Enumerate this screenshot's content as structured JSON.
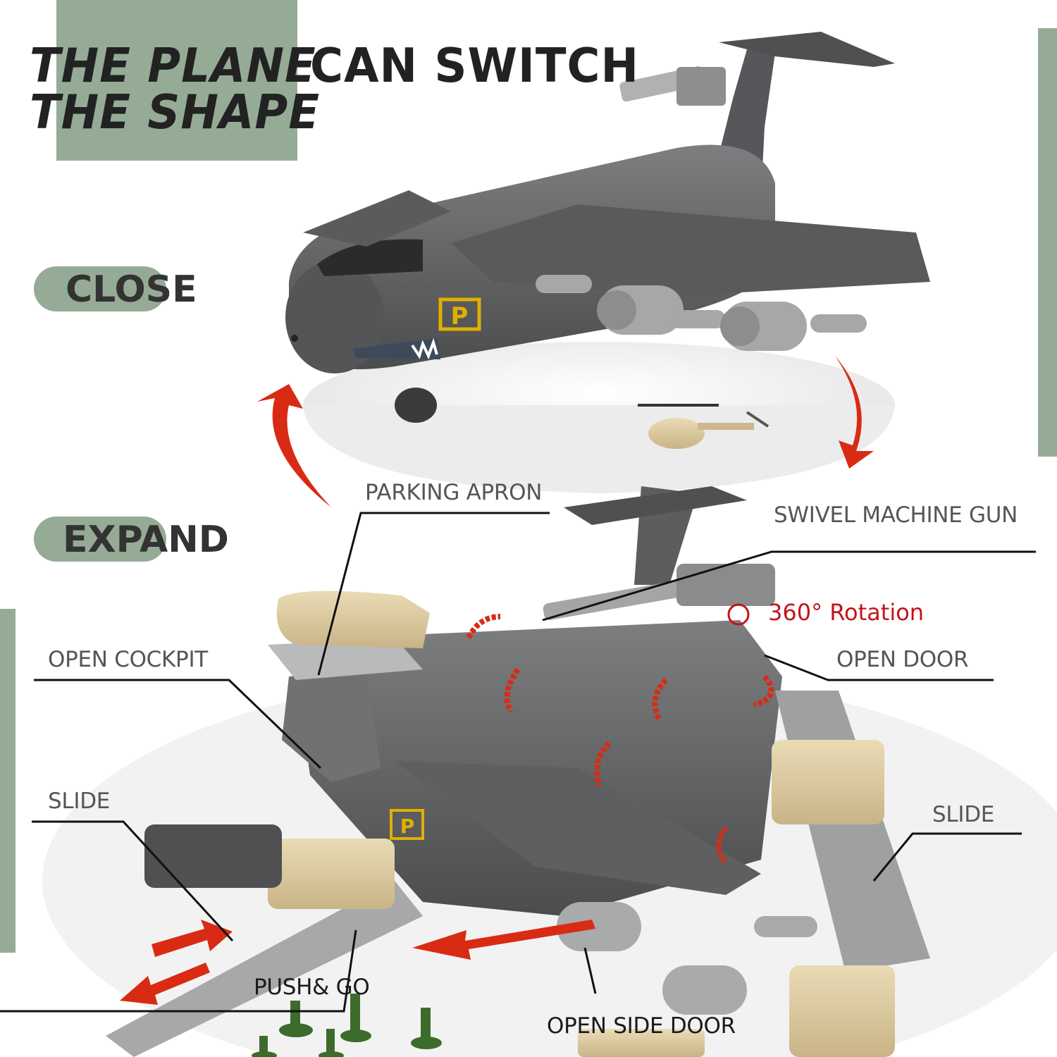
{
  "headline": {
    "line1_part1": "THE PLANE",
    "line1_part2": "CAN SWITCH",
    "line2": "THE SHAPE"
  },
  "modes": {
    "close_label": "CLOSE",
    "expand_label": "EXPAND"
  },
  "callouts": {
    "parking_apron": "PARKING APRON",
    "swivel_machine_gun": "SWIVEL MACHINE GUN",
    "rotation": "360° Rotation",
    "open_door": "OPEN DOOR",
    "open_cockpit": "OPEN COCKPIT",
    "slide_left": "SLIDE",
    "slide_right": "SLIDE",
    "push_go": "PUSH& GO",
    "open_side_door": "OPEN SIDE DOOR"
  },
  "decals": {
    "fuselage_letter": "P"
  },
  "colors": {
    "accent_green": "#95ab96",
    "arrow_red": "#d92b14",
    "rotation_red": "#c4141a",
    "plane_gray": "#5f6062",
    "toy_tan": "#d8c49a",
    "soldier_green": "#3d6b2c"
  }
}
